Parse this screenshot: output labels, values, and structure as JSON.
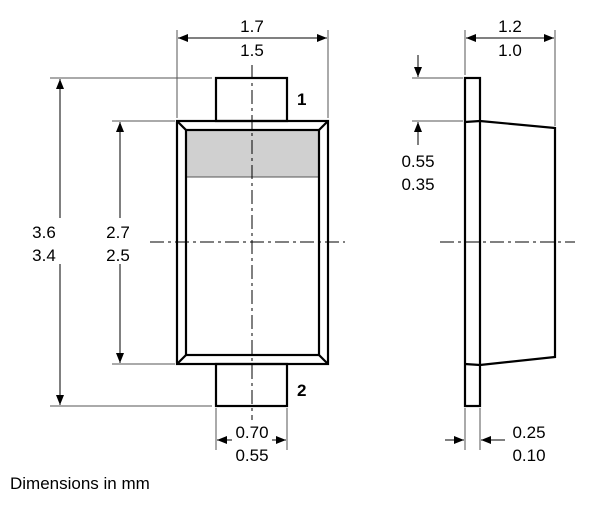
{
  "front_view": {
    "width_dim": {
      "max": "1.7",
      "min": "1.5"
    },
    "length_dim": {
      "max": "3.6",
      "min": "3.4"
    },
    "body_length_dim": {
      "max": "2.7",
      "min": "2.5"
    },
    "lead_width_dim": {
      "max": "0.70",
      "min": "0.55"
    },
    "pin_1_label": "1",
    "pin_2_label": "2",
    "band_color": "#d0d0d0"
  },
  "side_view": {
    "height_dim": {
      "max": "1.2",
      "min": "1.0"
    },
    "lead_offset_dim": {
      "max": "0.55",
      "min": "0.35"
    },
    "lead_thickness_dim": {
      "max": "0.25",
      "min": "0.10"
    }
  },
  "footer_note": "Dimensions in mm"
}
